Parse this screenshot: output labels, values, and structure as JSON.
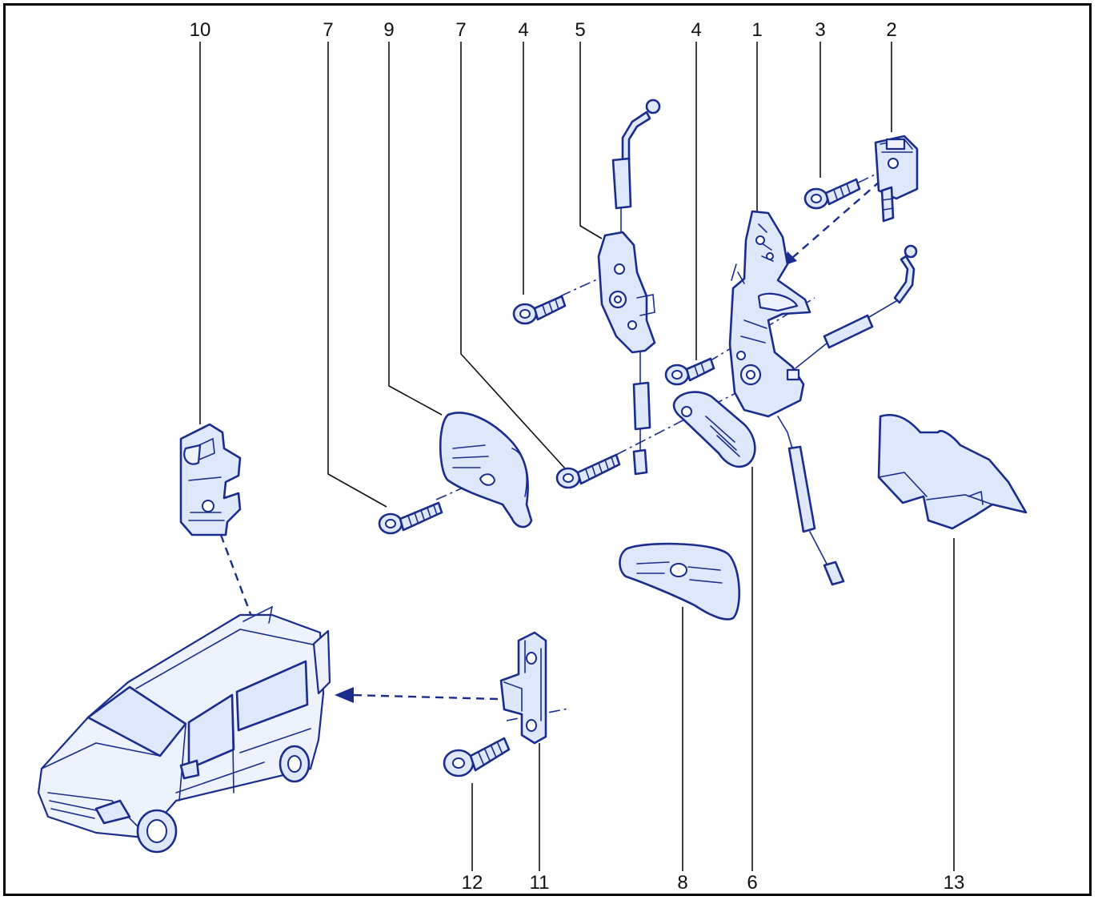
{
  "labels": {
    "p1": "1",
    "p2": "2",
    "p3": "3",
    "p4a": "4",
    "p4b": "4",
    "p5": "5",
    "p6": "6",
    "p7a": "7",
    "p7b": "7",
    "p8": "8",
    "p9": "9",
    "p10": "10",
    "p11": "11",
    "p12": "12",
    "p13": "13"
  },
  "colors": {
    "line": "#1a2d8f",
    "fill": "#dfe7fb",
    "frame": "#000000"
  }
}
